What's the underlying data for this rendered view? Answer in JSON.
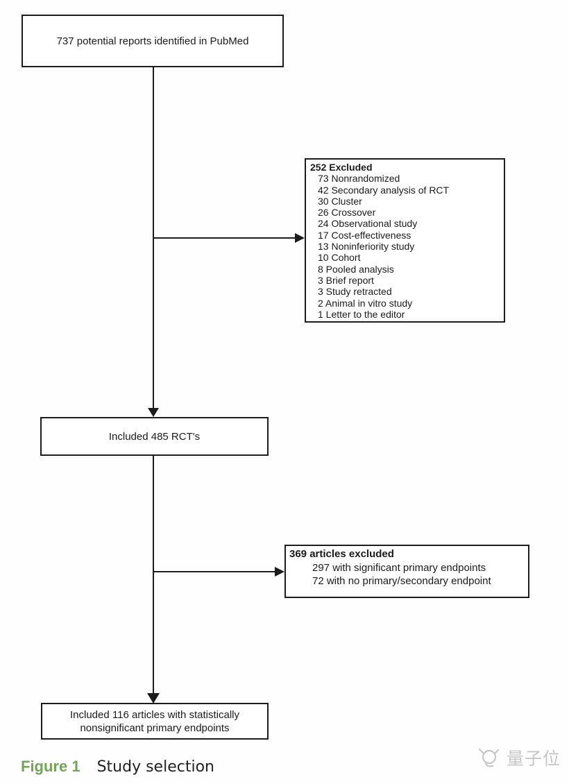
{
  "figure": {
    "caption_label": "Figure 1",
    "caption_text": "Study selection",
    "caption_label_color": "#74a35a"
  },
  "flowchart": {
    "box_identified": {
      "text": "737 potential reports identified in PubMed"
    },
    "box_excluded_252": {
      "title": "252 Excluded",
      "items": [
        "73 Nonrandomized",
        "42 Secondary analysis of RCT",
        "30 Cluster",
        "26 Crossover",
        "24 Observational study",
        "17 Cost-effectiveness",
        "13 Noninferiority study",
        "10 Cohort",
        "8 Pooled analysis",
        "3 Brief report",
        "3 Study retracted",
        "2 Animal in vitro study",
        "1 Letter to the editor"
      ]
    },
    "box_included_485": {
      "text": "Included 485 RCT's"
    },
    "box_excluded_369": {
      "title": "369 articles excluded",
      "items": [
        "297 with significant primary endpoints",
        "72 with no primary/secondary endpoint"
      ]
    },
    "box_included_116": {
      "line1": "Included 116 articles with statistically",
      "line2": "nonsignificant primary endpoints"
    }
  },
  "watermark": {
    "text": "量子位"
  },
  "colors": {
    "line": "#1c1c1c",
    "caption_green": "#74a35a",
    "watermark_gray": "#c6c6c6"
  }
}
